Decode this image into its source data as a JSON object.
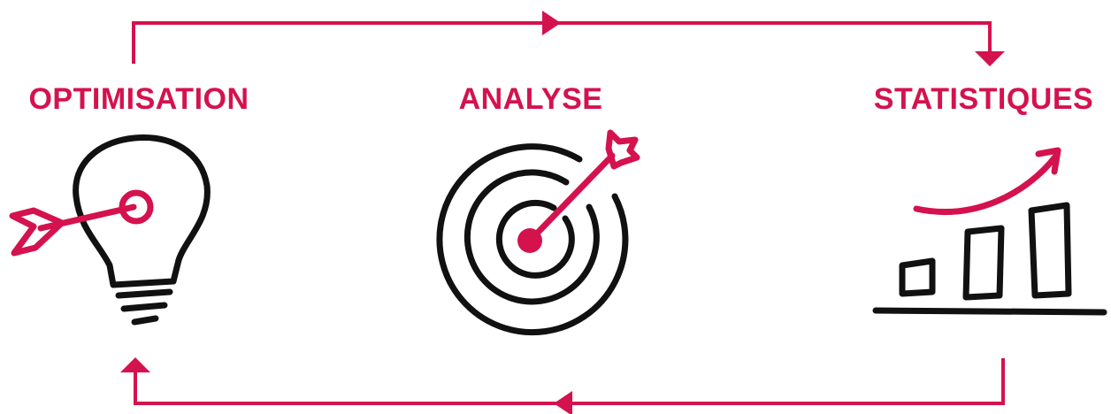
{
  "colors": {
    "accent": "#d4124e",
    "ink": "#111111",
    "background": "#ffffff"
  },
  "steps": [
    {
      "label": "OPTIMISATION",
      "icon": "lightbulb-target-icon"
    },
    {
      "label": "ANALYSE",
      "icon": "target-arrow-icon"
    },
    {
      "label": "STATISTIQUES",
      "icon": "bar-chart-growth-icon"
    }
  ],
  "flow": {
    "top": "optimisation-to-statistiques",
    "bottom": "statistiques-to-optimisation"
  }
}
